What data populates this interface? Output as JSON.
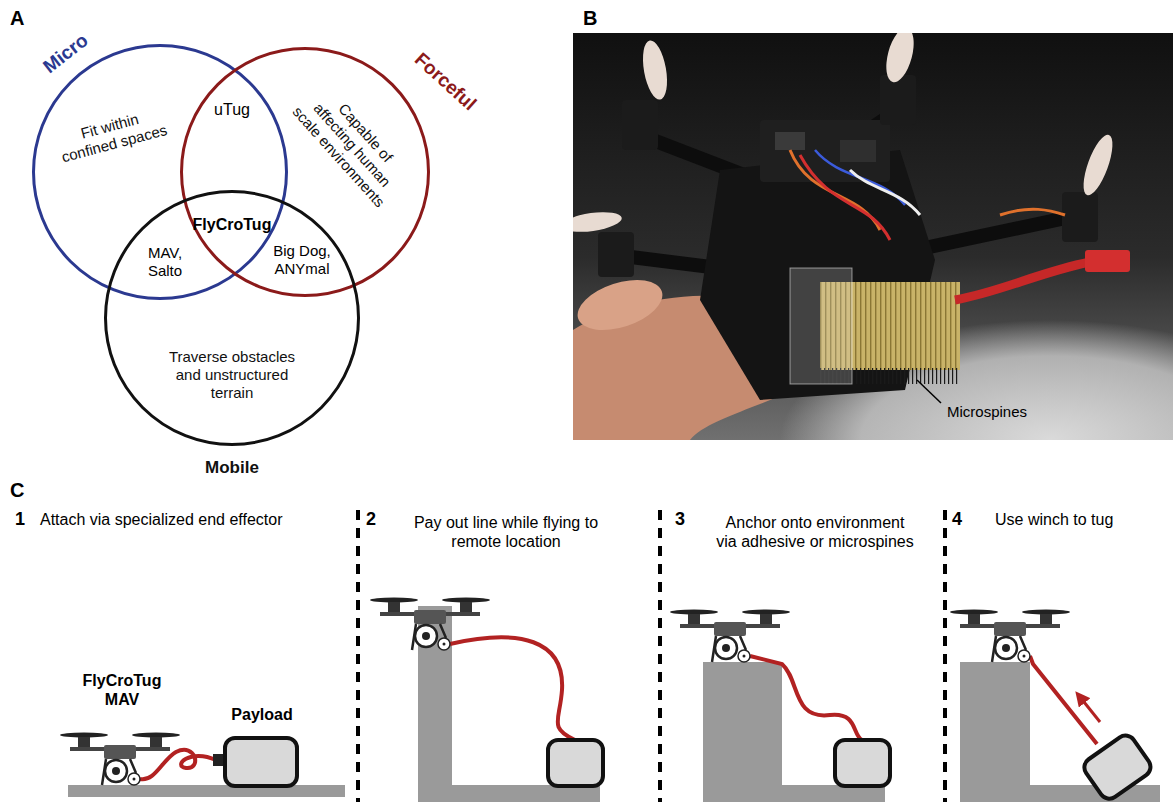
{
  "diagram": {
    "nodes": [
      {
        "text": [
          "Micro",
          "Fit within confined spaces"
        ]
      },
      {
        "text": [
          "Forceful",
          "Capable of affecting human scale environments"
        ]
      },
      {
        "text": [
          "Mobile",
          "Traverse obstacles and unstructured terrain"
        ]
      }
    ],
    "labels": [
      "A",
      "uTug",
      "FlyCroTug",
      "MAV, Salto",
      "Big Dog, ANYmal",
      "B",
      "Microspines",
      "C",
      "1",
      "Attach via specialized end effector",
      "2",
      "Pay out line while flying to remote location",
      "3",
      "Anchor onto environment via adhesive or microspines",
      "4",
      "Use winch to tug",
      "FlyCroTug MAV",
      "Payload"
    ]
  }
}
